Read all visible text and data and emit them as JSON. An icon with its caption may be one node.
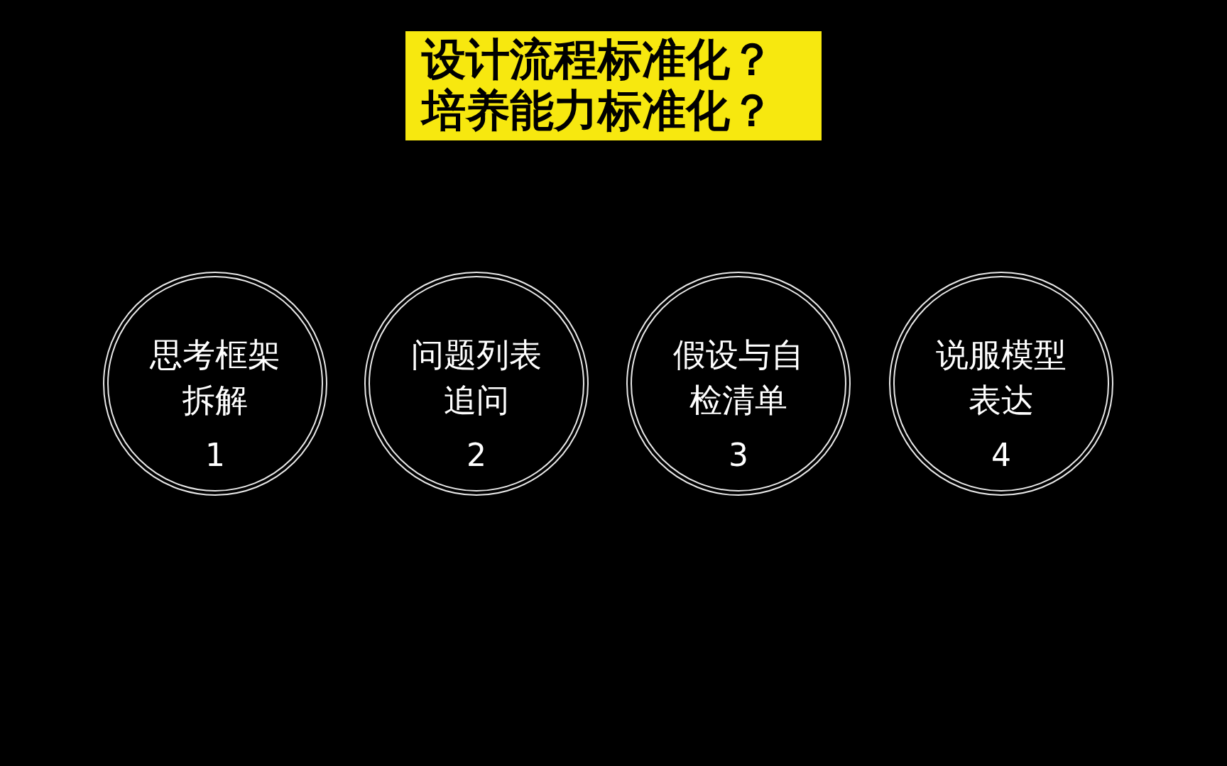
{
  "diagram": {
    "title": "设计流程标准化？培养能力标准化？",
    "nodes": [
      {
        "text": [
          "思考框架拆解",
          "1"
        ]
      },
      {
        "text": [
          "问题列表追问",
          "2"
        ]
      },
      {
        "text": [
          "假设与自检清单",
          "3"
        ]
      },
      {
        "text": [
          "说服模型表达",
          "4"
        ]
      }
    ]
  }
}
